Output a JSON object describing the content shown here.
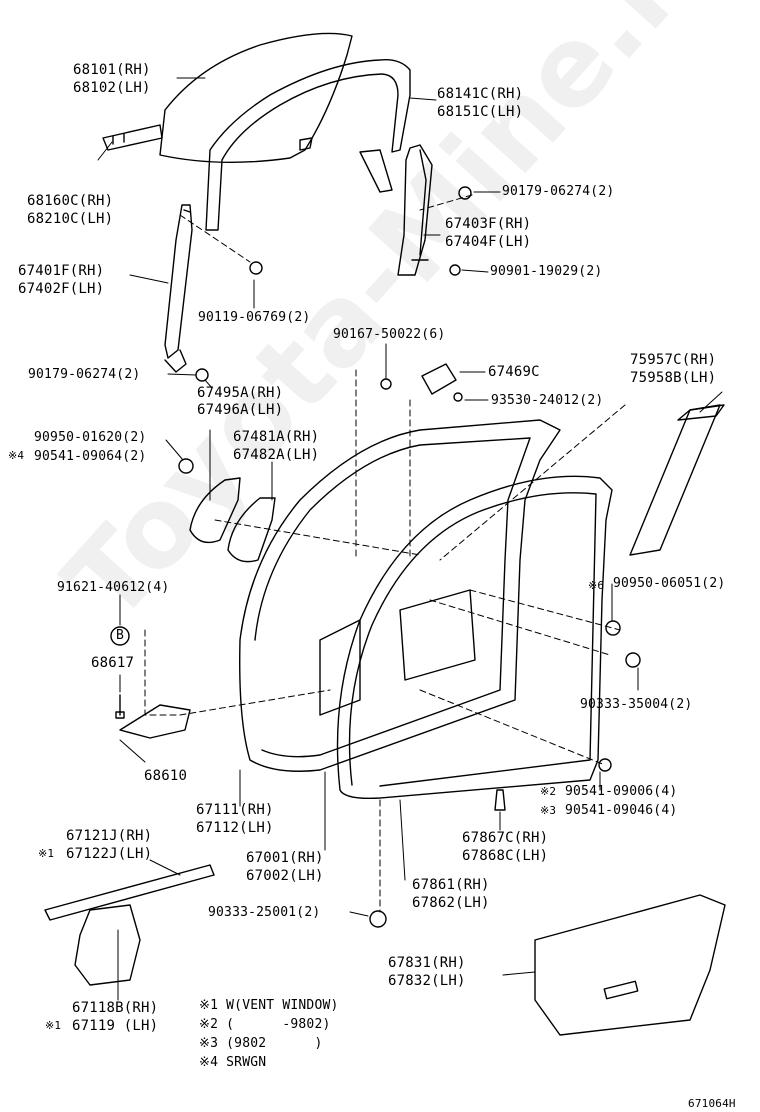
{
  "watermark": "Toyota-Mine.ru",
  "diagram_code": "671064H",
  "labels": {
    "p68101": "68101(RH)",
    "p68102": "68102(LH)",
    "p68141": "68141C(RH)",
    "p68151": "68151C(LH)",
    "p68160": "68160C(RH)",
    "p68210": "68210C(LH)",
    "p90179a": "90179-06274(2)",
    "p67403": "67403F(RH)",
    "p67404": "67404F(LH)",
    "p67401": "67401F(RH)",
    "p67402": "67402F(LH)",
    "p90901": "90901-19029(2)",
    "p90119": "90119-06769(2)",
    "p90167": "90167-50022(6)",
    "p75957": "75957C(RH)",
    "p75958": "75958B(LH)",
    "p67469": "67469C",
    "p93530": "93530-24012(2)",
    "p90179b": "90179-06274(2)",
    "p67495": "67495A(RH)",
    "p67496": "67496A(LH)",
    "p90950a": "90950-01620(2)",
    "p90541a": "90541-09064(2)",
    "m4": "※4",
    "p67481": "67481A(RH)",
    "p67482": "67482A(LH)",
    "p91621": "91621-40612(4)",
    "m6": "※6",
    "p90950b": "90950-06051(2)",
    "circleB": "B",
    "p68617": "68617",
    "p90333a": "90333-35004(2)",
    "p68610": "68610",
    "m2": "※2",
    "p90541b": "90541-09006(4)",
    "m3": "※3",
    "p90541c": "90541-09046(4)",
    "p67111": "67111(RH)",
    "p67112": "67112(LH)",
    "p67121": "67121J(RH)",
    "m1a": "※1",
    "p67122": "67122J(LH)",
    "p67001": "67001(RH)",
    "p67002": "67002(LH)",
    "p67867": "67867C(RH)",
    "p67868": "67868C(LH)",
    "p67861": "67861(RH)",
    "p67862": "67862(LH)",
    "p90333b": "90333-25001(2)",
    "p67831": "67831(RH)",
    "p67832": "67832(LH)",
    "p67118": "67118B(RH)",
    "m1b": "※1",
    "p67119": "67119 (LH)"
  },
  "legend": [
    "※1 W(VENT WINDOW)",
    "※2 (      -9802)",
    "※3 (9802      )",
    "※4 SRWGN"
  ]
}
